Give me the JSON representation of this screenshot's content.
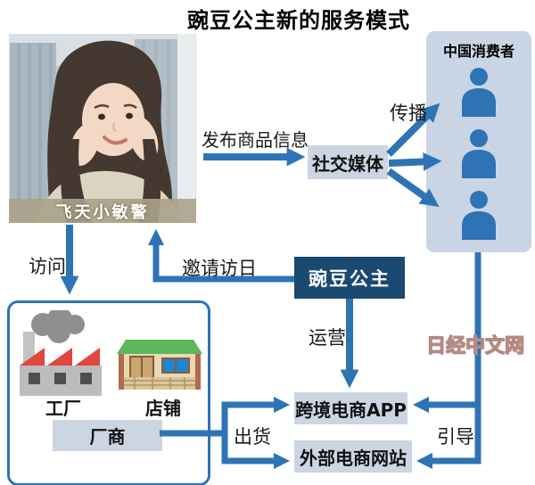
{
  "title": "豌豆公主新的服务模式",
  "kol": {
    "caption": "飞天小敏警"
  },
  "nodes": {
    "social_media": "社交媒体",
    "consumers_title": "中国消费者",
    "company": "豌豆公主",
    "app": "跨境电商APP",
    "external_site": "外部电商网站",
    "factory": "工厂",
    "shop": "店铺",
    "maker": "厂商"
  },
  "flow_labels": {
    "publish": "发布商品信息",
    "spread": "传播",
    "visit": "访问",
    "invite": "邀请访日",
    "operate": "运营",
    "ship": "出货",
    "guide": "引导"
  },
  "watermark": "日经中文网",
  "icons": {
    "person": "person-bust-icon",
    "factory": "factory-icon",
    "shop": "storefront-icon",
    "photo": "kol-portrait-photo"
  },
  "colors": {
    "arrow_blue": "#2e74b5",
    "dark_navy": "#1a4971",
    "light_box": "#ccd5e2",
    "panel_bg": "#c9d5e4",
    "factory_red": "#e0473f",
    "shop_green": "#5cb75a",
    "caption_tan": "#aca28a",
    "watermark_pink": "#b58a84"
  }
}
